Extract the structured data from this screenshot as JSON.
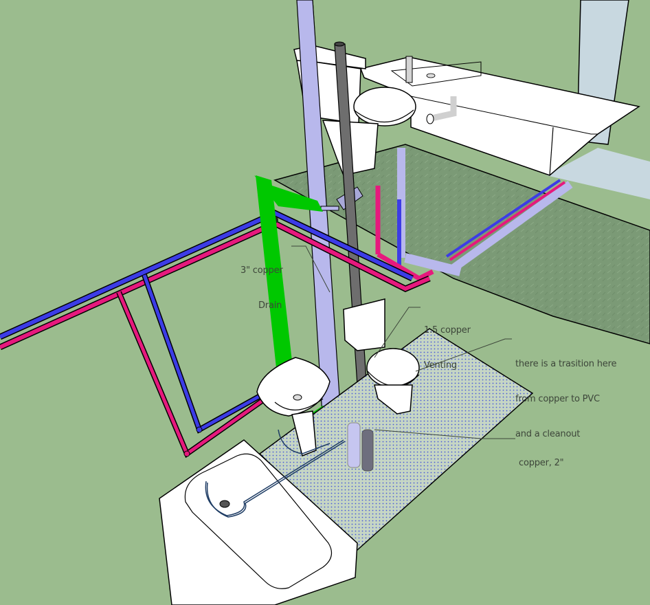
{
  "scene": {
    "title": "Bathroom plumbing 3D model (SketchUp view)",
    "background_color": "#9bbc8e",
    "floor_color": "#7a9a74",
    "tile_color": "#c9d8c4",
    "wall_color": "#c8d8e0",
    "fixture_color": "#ffffff",
    "pipe_colors": {
      "hot_supply": "#e6197d",
      "cold_supply": "#3c3ce6",
      "drain_pvc": "#b8b8ec",
      "vent_copper": "#6e6e6e",
      "drain_highlight": "#00c800",
      "tub_drain_sketch": "#1e3c64"
    },
    "fixtures": [
      {
        "name": "toilet-upstairs"
      },
      {
        "name": "vanity-sink-upstairs"
      },
      {
        "name": "toilet-main"
      },
      {
        "name": "pedestal-sink"
      },
      {
        "name": "bathtub"
      }
    ]
  },
  "annotations": {
    "drain": {
      "lines": [
        "3\" copper",
        "Drain"
      ]
    },
    "vent": {
      "lines": [
        "1.5 copper",
        "Venting"
      ]
    },
    "transition": {
      "lines": [
        "there is a trasition here",
        "from copper to PVC",
        "and a cleanout"
      ]
    },
    "copper2": {
      "lines": [
        "copper, 2\""
      ]
    }
  }
}
